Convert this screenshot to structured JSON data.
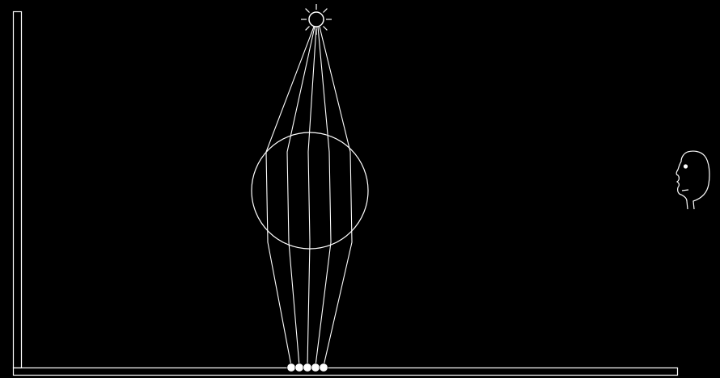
{
  "colors": {
    "background": "#000000",
    "stroke": "#ffffff",
    "spot_fill": "#ffffff"
  },
  "diagram": {
    "light_source": {
      "icon": "sun-icon",
      "ray_count": 8
    },
    "lens": {
      "shape": "circle"
    },
    "light_rays": {
      "count": 5
    },
    "focused_spots": {
      "count": 5
    },
    "observer": {
      "icon": "human-head-profile-icon"
    },
    "wall": {
      "shape": "vertical-bar"
    },
    "floor": {
      "shape": "horizontal-bar"
    }
  }
}
